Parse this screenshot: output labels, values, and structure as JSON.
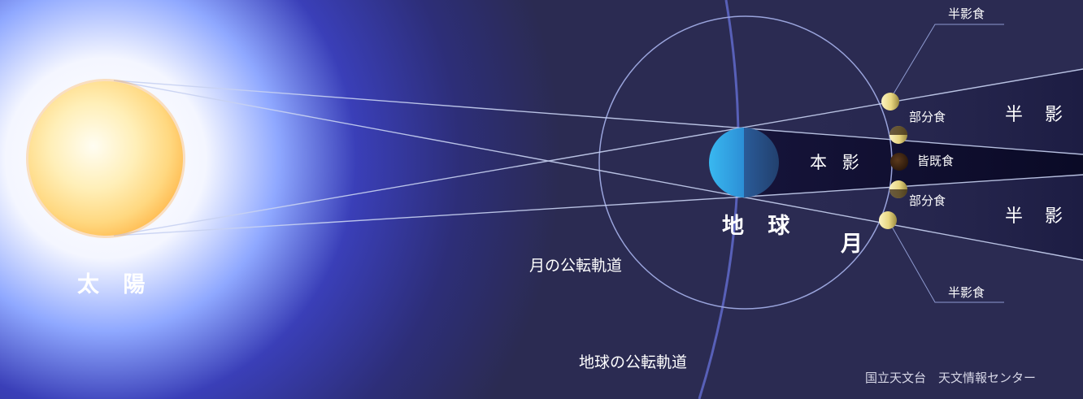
{
  "labels": {
    "sun": "太 陽",
    "earth": "地 球",
    "moon": "月",
    "umbra": "本 影",
    "penumbra_upper": "半 影",
    "penumbra_lower": "半 影",
    "moon_orbit": "月の公転軌道",
    "earth_orbit": "地球の公転軌道",
    "penumbral_eclipse_top": "半影食",
    "penumbral_eclipse_bottom": "半影食",
    "partial_eclipse_top": "部分食",
    "partial_eclipse_bottom": "部分食",
    "total_eclipse": "皆既食"
  },
  "credit": "国立天文台　天文情報センター",
  "colors": {
    "background": "#2b2b52",
    "sun": "#ffd46a",
    "earth": "#2f9ee0",
    "moon_lit": "#f2e6a0",
    "moon_eclipsed": "#4a2a12",
    "umbra": "#0e0c2c",
    "lines": "#c8d2f2"
  }
}
